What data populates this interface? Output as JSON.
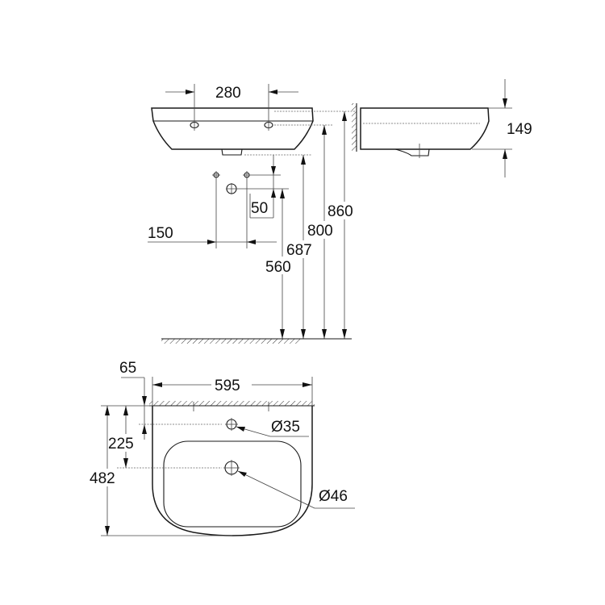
{
  "diagram": {
    "front_view": {
      "tap_spacing": "280",
      "wall_hole_spacing": "150",
      "hole_offset": "50",
      "heights": [
        "860",
        "800",
        "687",
        "560"
      ]
    },
    "side_view": {
      "depth": "149"
    },
    "top_view": {
      "width": "595",
      "wall_to_tap": "65",
      "tap_to_drain": "225",
      "projection": "482",
      "tap_hole": "Ø35",
      "drain_hole": "Ø46"
    },
    "colors": {
      "line": "#1a1a1a",
      "background": "#ffffff"
    }
  }
}
